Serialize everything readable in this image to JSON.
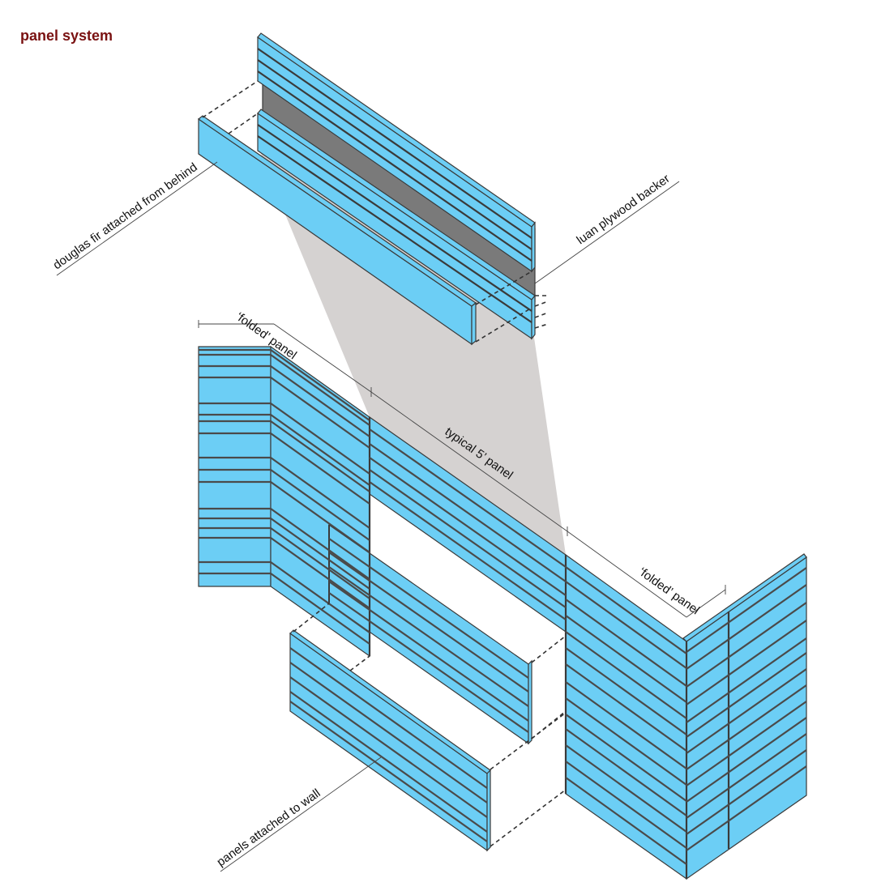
{
  "title": "panel system",
  "labels": {
    "douglas_fir": "douglas fir attached from behind",
    "luan_backer": "luan plywood backer",
    "folded_left": "‘folded’ panel",
    "typical_panel": "typical 5’ panel",
    "folded_right": "‘folded’ panel",
    "panels_attached": "panels attached to wall"
  },
  "colors": {
    "panel_fill": "#6ccef5",
    "panel_stroke": "#3a3a3a",
    "backer_fill": "#7a7a7a",
    "projection_fill": "#d5d2d1",
    "title_color": "#7a1212"
  }
}
